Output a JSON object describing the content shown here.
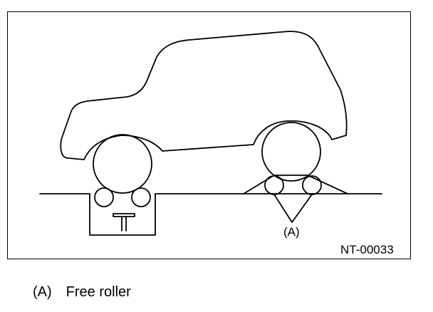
{
  "figure": {
    "callout": "(A)",
    "code": "NT-00033"
  },
  "legend": {
    "key": "(A)",
    "text": "Free roller"
  }
}
